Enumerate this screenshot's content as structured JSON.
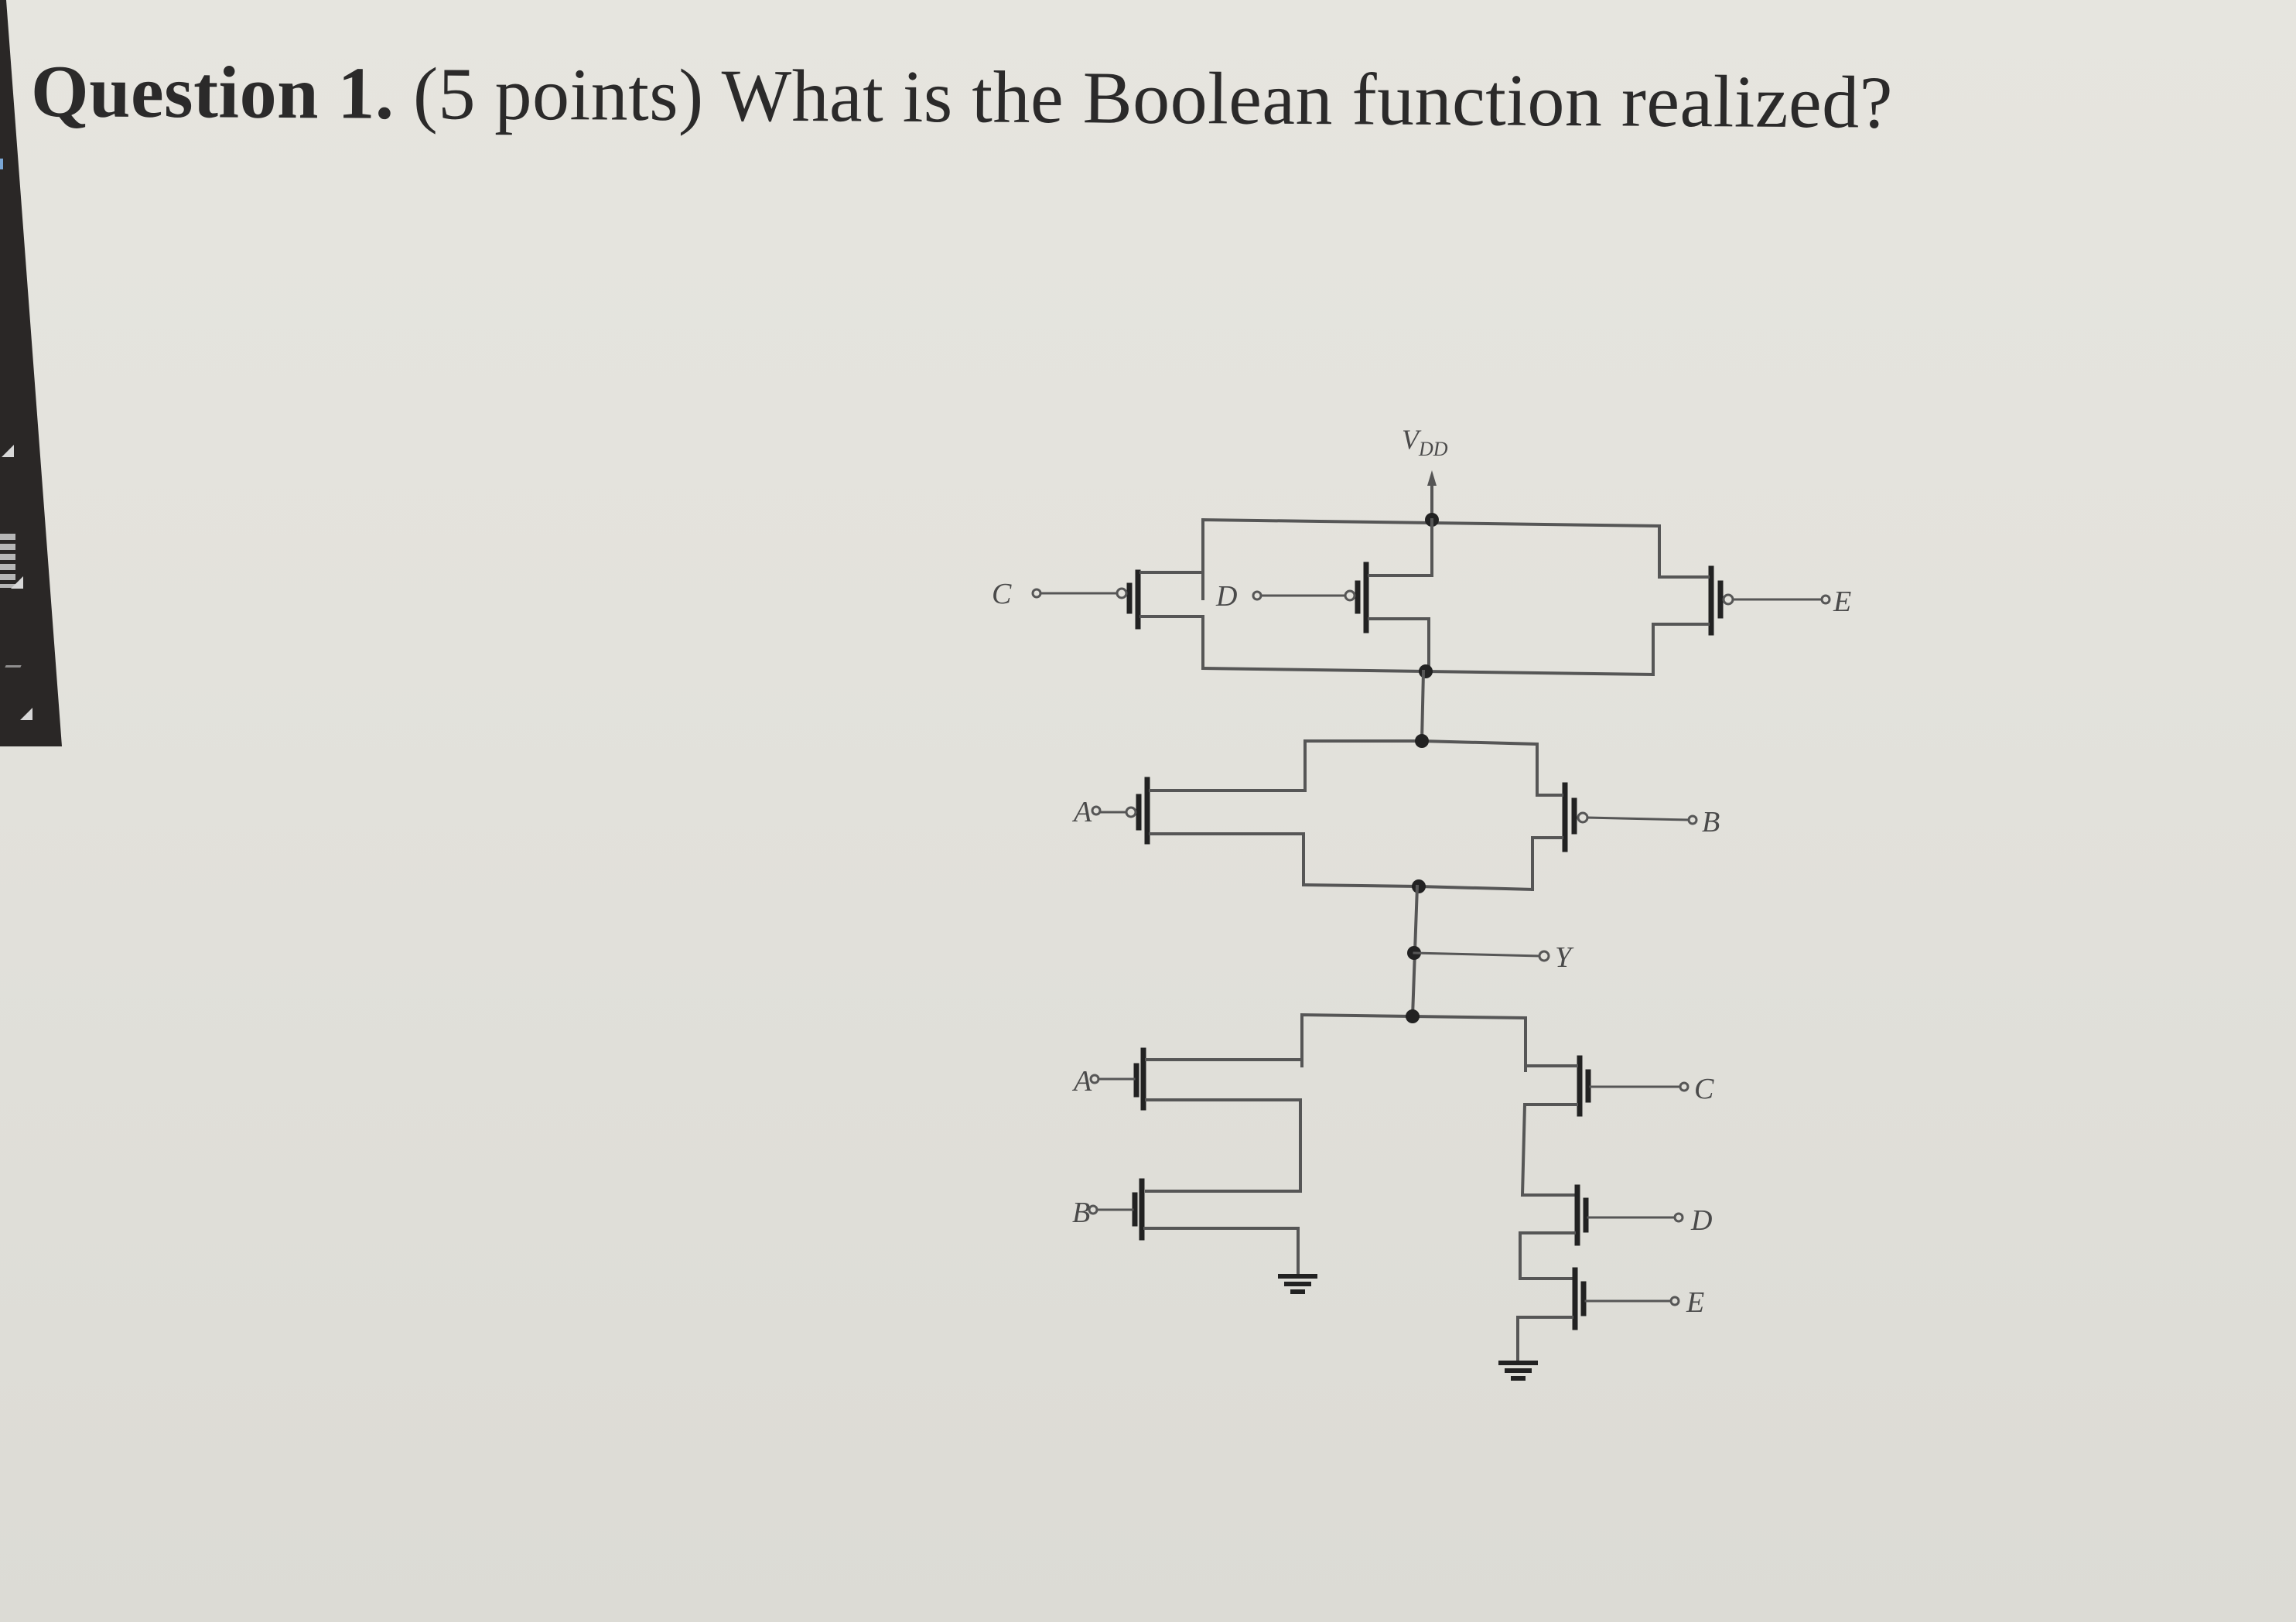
{
  "question": {
    "number_label": "Question 1.",
    "points": "(5 points)",
    "prompt": "What is the Boolean function realized?"
  },
  "schematic": {
    "type": "CMOS complex gate",
    "supply_label": "V",
    "supply_subscript": "DD",
    "output_label": "Y",
    "pull_up_network": {
      "group_1_parallel_pmos": [
        "C",
        "D",
        "E"
      ],
      "group_2_parallel_pmos": [
        "A",
        "B"
      ],
      "arrangement": "group_1 in series with group_2"
    },
    "pull_down_network": {
      "branch_1_series_nmos": [
        "A",
        "B"
      ],
      "branch_2_series_nmos": [
        "C",
        "D",
        "E"
      ],
      "arrangement": "branch_1 in parallel with branch_2"
    },
    "inputs": {
      "pmos_c": "C",
      "pmos_d": "D",
      "pmos_e": "E",
      "pmos_a": "A",
      "pmos_b": "B",
      "nmos_a": "A",
      "nmos_b": "B",
      "nmos_c": "C",
      "nmos_d": "D",
      "nmos_e": "E"
    }
  },
  "colors": {
    "ink": "#2b2a2a",
    "wire": "#555555",
    "paper": "#e4e3dd",
    "bezel": "#2a2726"
  }
}
